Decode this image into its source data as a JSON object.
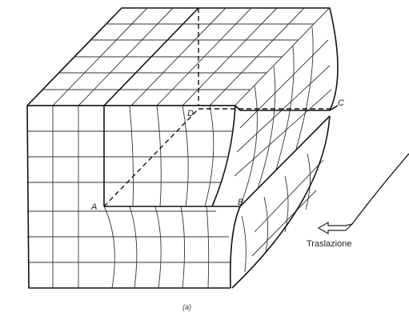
{
  "figure": {
    "points": {
      "A": "A",
      "B": "B",
      "C": "C",
      "D": "D"
    },
    "arrow_label": "Traslazione",
    "caption": "(a)"
  }
}
